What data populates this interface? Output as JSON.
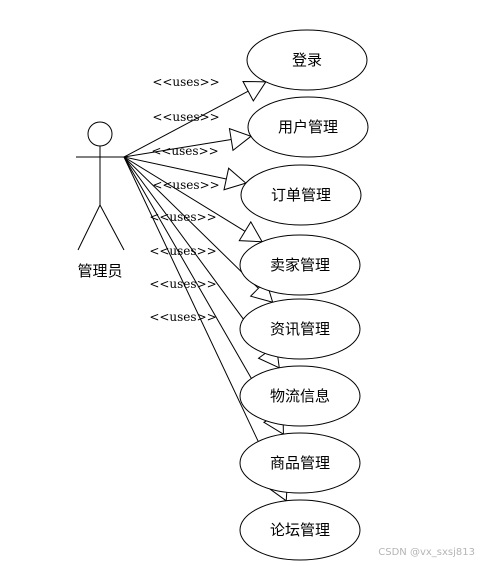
{
  "actor": {
    "name": "管理员"
  },
  "stereotype": "<<uses>>",
  "use_cases": [
    {
      "id": "login",
      "label": "登录"
    },
    {
      "id": "user-mgmt",
      "label": "用户管理"
    },
    {
      "id": "order-mgmt",
      "label": "订单管理"
    },
    {
      "id": "seller-mgmt",
      "label": "卖家管理"
    },
    {
      "id": "news-mgmt",
      "label": "资讯管理"
    },
    {
      "id": "logistics-info",
      "label": "物流信息"
    },
    {
      "id": "product-mgmt",
      "label": "商品管理"
    },
    {
      "id": "forum-mgmt",
      "label": "论坛管理"
    }
  ],
  "watermark": "CSDN @vx_sxsj813"
}
